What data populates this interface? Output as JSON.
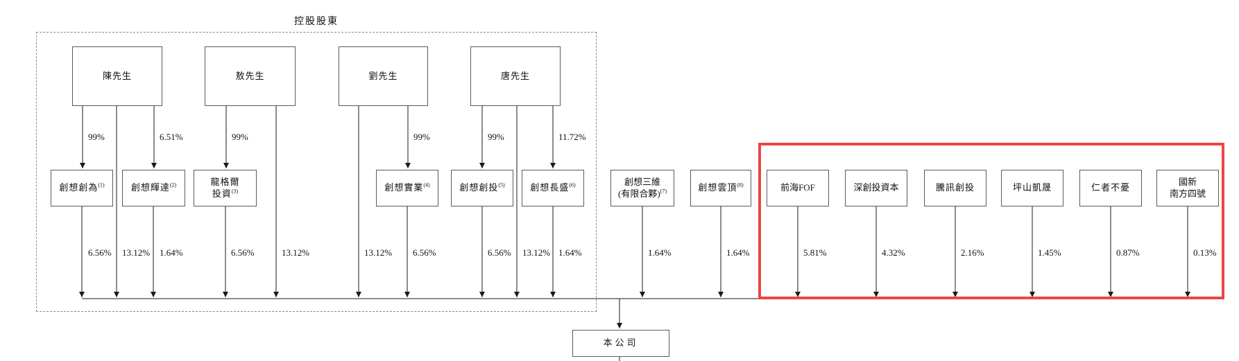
{
  "header": {
    "controlling_shareholders_label": "控股股東"
  },
  "persons": [
    {
      "name": "陳先生"
    },
    {
      "name": "敖先生"
    },
    {
      "name": "劉先生"
    },
    {
      "name": "唐先生"
    }
  ],
  "entities": [
    {
      "line1": "",
      "line2": "創想創為",
      "note": "(1)"
    },
    {
      "line1": "",
      "line2": "創想輝達",
      "note": "(2)"
    },
    {
      "line1": "龍格爾",
      "line2": "投資",
      "note": "(3)"
    },
    {
      "line1": "",
      "line2": "創想實業",
      "note": "(4)"
    },
    {
      "line1": "",
      "line2": "創想創投",
      "note": "(5)"
    },
    {
      "line1": "",
      "line2": "創想長盛",
      "note": "(6)"
    },
    {
      "line1": "創想三維",
      "line2": "(有限合夥)",
      "note": "(7)"
    },
    {
      "line1": "",
      "line2": "創想雲頂",
      "note": "(8)"
    },
    {
      "line1": "",
      "line2": "前海FOF",
      "note": ""
    },
    {
      "line1": "",
      "line2": "深創投資本",
      "note": ""
    },
    {
      "line1": "",
      "line2": "騰訊創投",
      "note": ""
    },
    {
      "line1": "",
      "line2": "坪山凱晟",
      "note": ""
    },
    {
      "line1": "",
      "line2": "仁者不憂",
      "note": ""
    },
    {
      "line1": "國新",
      "line2": "南方四號",
      "note": ""
    }
  ],
  "tier1_links": [
    {
      "from": "陳先生",
      "to": "創想創為",
      "pct": "99%"
    },
    {
      "from": "陳先生",
      "to": "創想輝達",
      "pct": "6.51%"
    },
    {
      "from": "敖先生",
      "to": "龍格爾投資",
      "pct": "99%"
    },
    {
      "from": "劉先生",
      "to": "創想實業",
      "pct": "99%"
    },
    {
      "from": "唐先生",
      "to": "創想創投",
      "pct": "99%"
    },
    {
      "from": "唐先生",
      "to": "創想長盛",
      "pct": "11.72%"
    }
  ],
  "company_links": [
    {
      "from": "創想創為",
      "pct": "6.56%"
    },
    {
      "from": "陳先生",
      "pct": "13.12%"
    },
    {
      "from": "創想輝達",
      "pct": "1.64%"
    },
    {
      "from": "龍格爾投資",
      "pct": "6.56%"
    },
    {
      "from": "敖先生",
      "pct": "13.12%"
    },
    {
      "from": "劉先生",
      "pct": "13.12%"
    },
    {
      "from": "創想實業",
      "pct": "6.56%"
    },
    {
      "from": "創想創投",
      "pct": "6.56%"
    },
    {
      "from": "唐先生",
      "pct": "13.12%"
    },
    {
      "from": "創想長盛",
      "pct": "1.64%"
    },
    {
      "from": "創想三維(有限合夥)",
      "pct": "1.64%"
    },
    {
      "from": "創想雲頂",
      "pct": "1.64%"
    },
    {
      "from": "前海FOF",
      "pct": "5.81%"
    },
    {
      "from": "深創投資本",
      "pct": "4.32%"
    },
    {
      "from": "騰訊創投",
      "pct": "2.16%"
    },
    {
      "from": "坪山凱晟",
      "pct": "1.45%"
    },
    {
      "from": "仁者不憂",
      "pct": "0.87%"
    },
    {
      "from": "國新南方四號",
      "pct": "0.13%"
    }
  ],
  "company": {
    "name": "本公司"
  },
  "colors": {
    "highlight_box": "#ee4545",
    "line": "#1a1a1a"
  }
}
